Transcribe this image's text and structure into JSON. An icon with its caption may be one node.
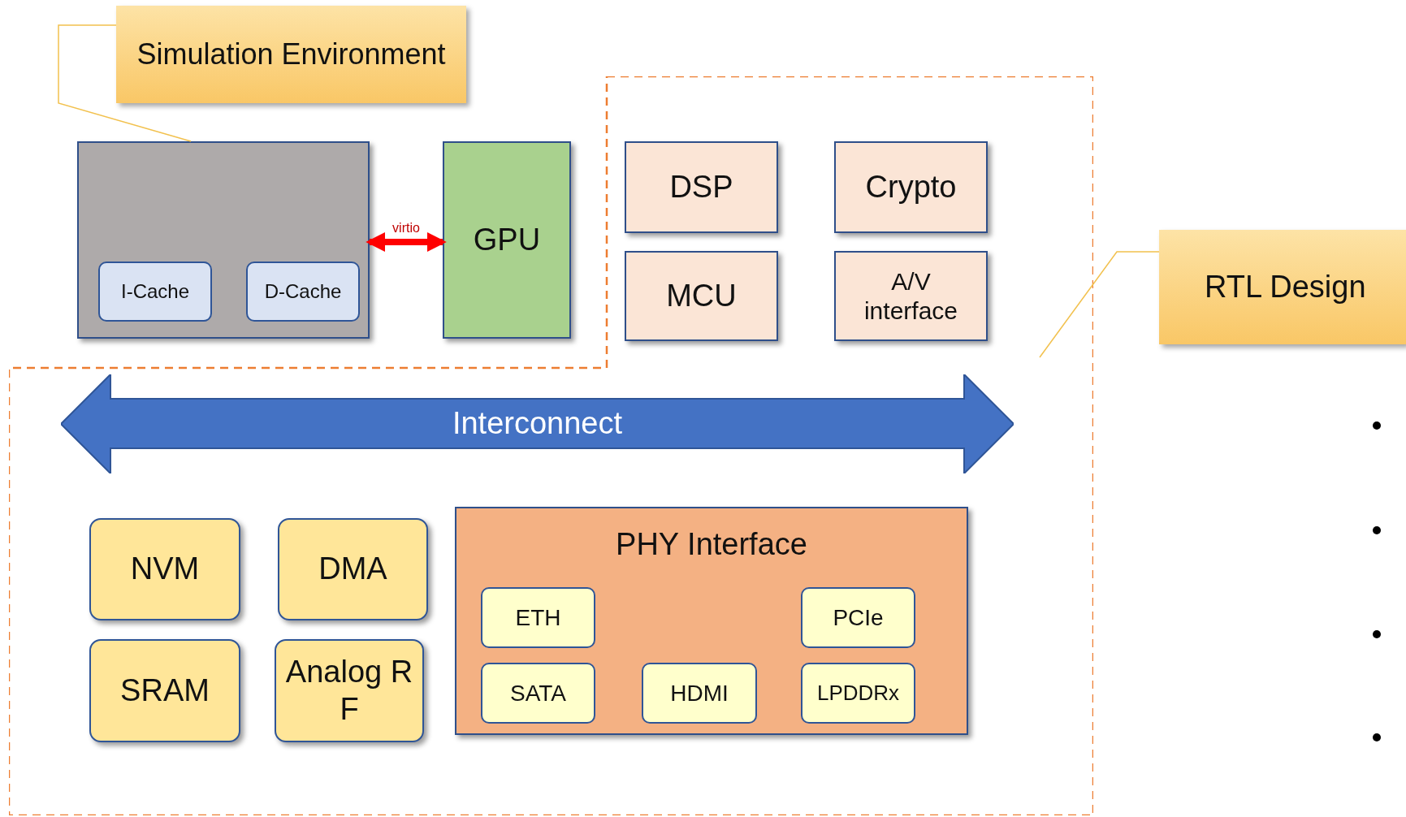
{
  "diagram": {
    "nodes": [
      {
        "text": [
          "Simulation Environment"
        ]
      },
      {
        "text": [],
        "shape": "box"
      },
      {
        "text": [
          "I-Cache"
        ],
        "in": 1
      },
      {
        "text": [
          "D-Cache"
        ],
        "in": 1
      },
      {
        "text": [
          "GPU"
        ]
      },
      {
        "text": [
          "DSP"
        ],
        "in": 10
      },
      {
        "text": [
          "Crypto"
        ],
        "in": 10
      },
      {
        "text": [
          "MCU"
        ],
        "in": 10
      },
      {
        "text": [
          "A/V interface"
        ],
        "in": 10
      },
      {
        "text": [
          "RTL Design"
        ]
      },
      {
        "text": [],
        "shape": "box"
      },
      {
        "text": [
          "Interconnect"
        ],
        "in": 10
      },
      {
        "text": [
          "NVM"
        ],
        "in": 10
      },
      {
        "text": [
          "DMA"
        ],
        "in": 10
      },
      {
        "text": [
          "SRAM"
        ],
        "in": 10
      },
      {
        "text": [
          "Analog RF"
        ],
        "in": 10
      },
      {
        "text": [
          "PHY Interface"
        ],
        "in": 10
      },
      {
        "text": [
          "ETH"
        ],
        "in": 16
      },
      {
        "text": [
          "PCIe"
        ],
        "in": 16
      },
      {
        "text": [
          "SATA"
        ],
        "in": 16
      },
      {
        "text": [
          "HDMI"
        ],
        "in": 16
      },
      {
        "text": [
          "LPDDRx"
        ],
        "in": 16
      }
    ],
    "edges": [
      {
        "from": 0,
        "to": 1,
        "arrow": "none",
        "color": "#f2c14e"
      },
      {
        "from": 1,
        "to": 4,
        "arrow": "both",
        "label": "virtio",
        "style": "thick",
        "color": "#ff0000"
      },
      {
        "from": 9,
        "to": 10,
        "arrow": "none",
        "color": "#f2c14e"
      }
    ]
  }
}
